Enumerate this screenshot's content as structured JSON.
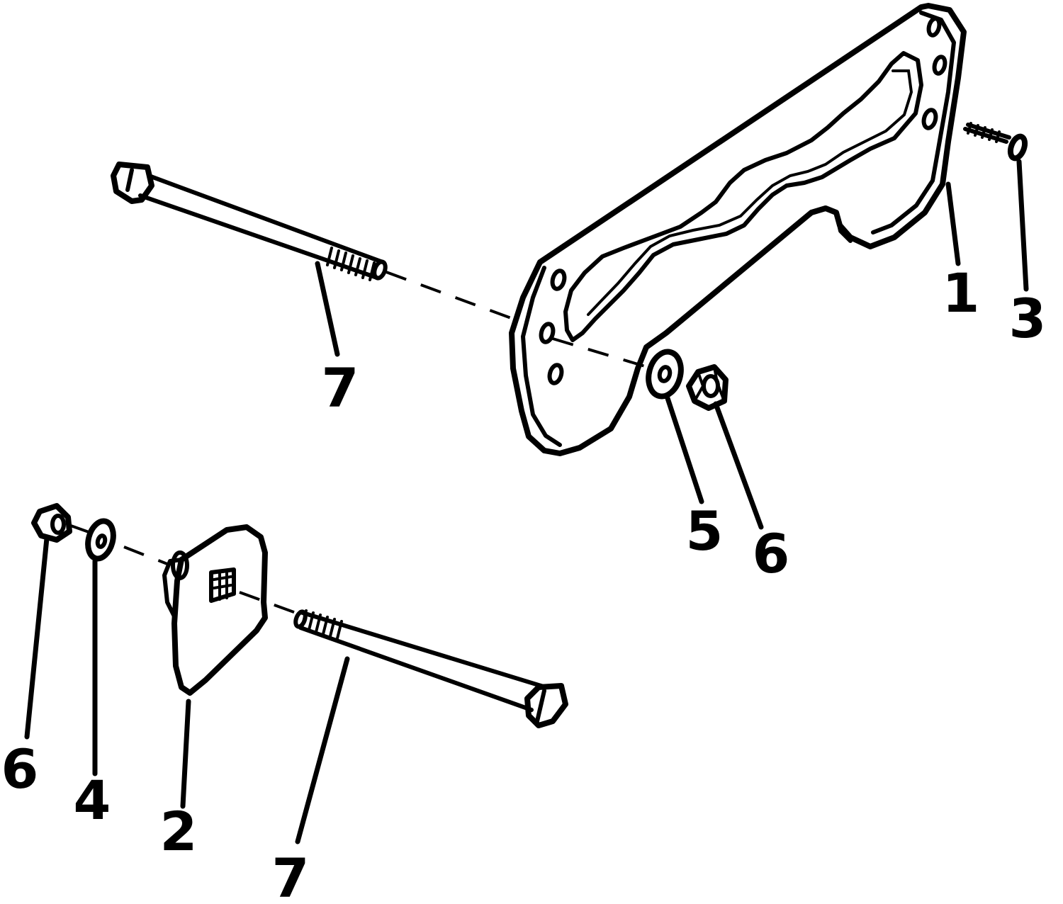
{
  "callouts": {
    "bracket": "1",
    "plate": "2",
    "screw": "3",
    "washer_left": "4",
    "washer_right": "5",
    "nut_right": "6",
    "nut_left": "6",
    "bolt_top": "7",
    "bolt_bottom": "7"
  }
}
